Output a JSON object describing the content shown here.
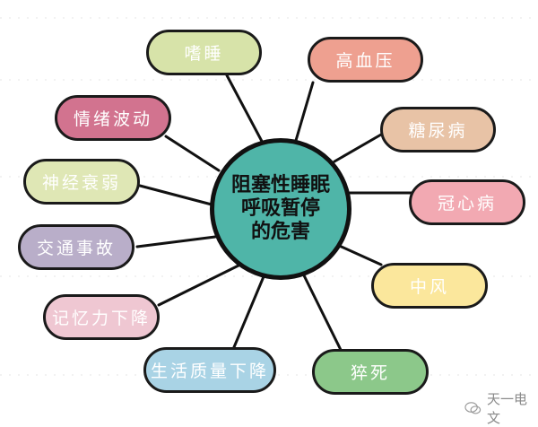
{
  "diagram": {
    "title_lines": [
      "阻塞性睡眠",
      "呼吸暂停",
      "的危害"
    ],
    "center_color": "#4fb5a8",
    "nodes": [
      {
        "id": "shuimian",
        "label": "嗜睡",
        "color": "#d7e3a9"
      },
      {
        "id": "gaoxueya",
        "label": "高血压",
        "color": "#eea090"
      },
      {
        "id": "qingxu",
        "label": "情绪波动",
        "color": "#d2738f"
      },
      {
        "id": "tangniaobing",
        "label": "糖尿病",
        "color": "#e8c3a6"
      },
      {
        "id": "shenjing",
        "label": "神经衰弱",
        "color": "#dfe7b5"
      },
      {
        "id": "guanxinbing",
        "label": "冠心病",
        "color": "#f2a9b2"
      },
      {
        "id": "jiaotong",
        "label": "交通事故",
        "color": "#b9aec9"
      },
      {
        "id": "zhongfeng",
        "label": "中风",
        "color": "#fbe79c"
      },
      {
        "id": "jiyili",
        "label": "记忆力下降",
        "color": "#efc7d2"
      },
      {
        "id": "shenghuo",
        "label": "生活质量下降",
        "color": "#a9d3e5"
      },
      {
        "id": "cusi",
        "label": "猝死",
        "color": "#8cc88a"
      }
    ]
  },
  "watermark": {
    "icon": "wechat-icon",
    "text": "天一电文"
  }
}
